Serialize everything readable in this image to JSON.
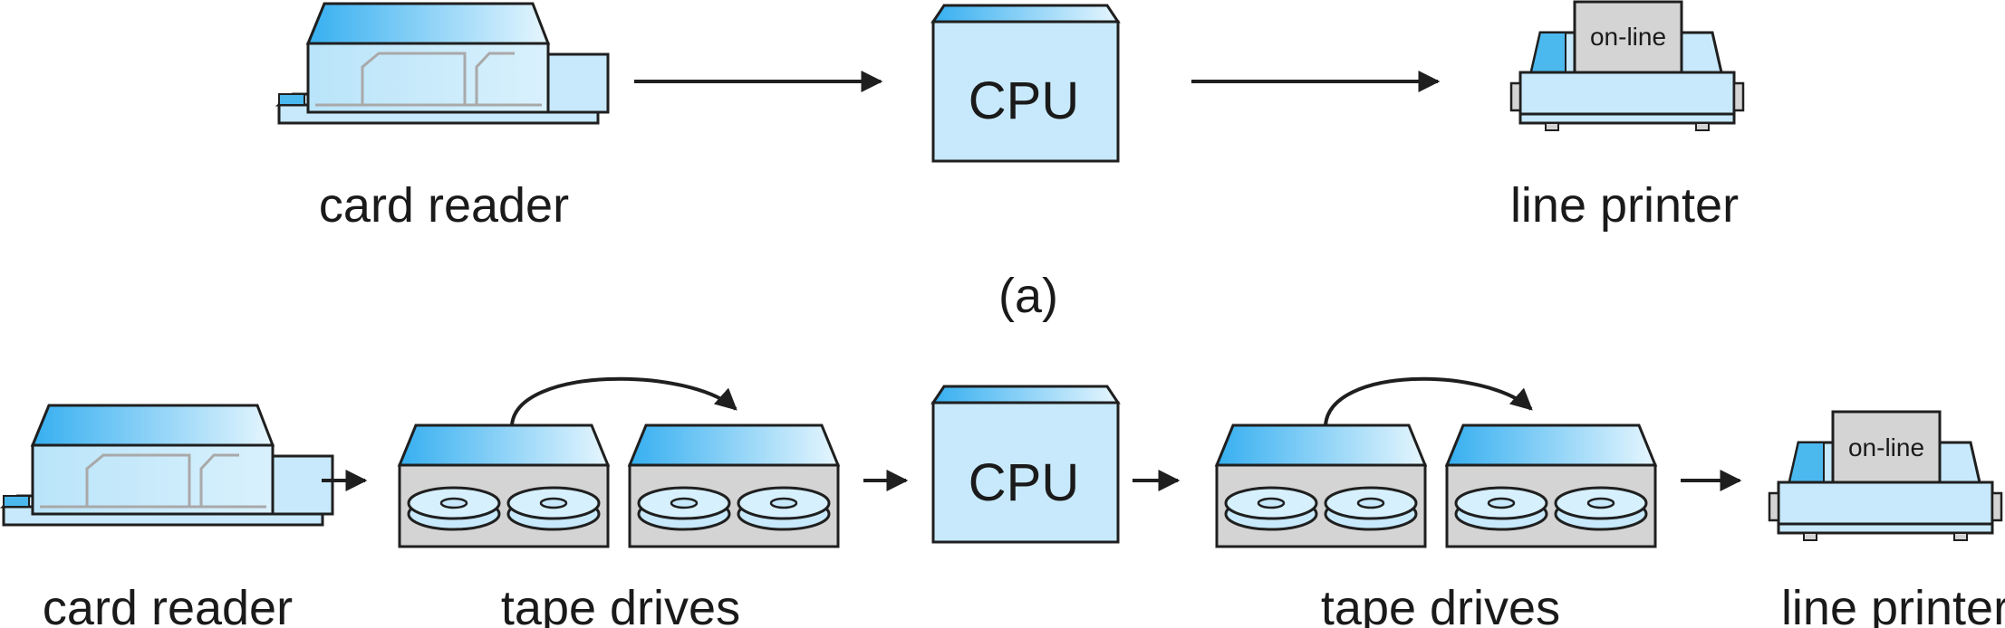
{
  "labels": {
    "card_reader_a": "card reader",
    "cpu_a": "CPU",
    "line_printer_a": "line printer",
    "online_a": "on-line",
    "caption_a": "(a)",
    "card_reader_b": "card reader",
    "tape_drives_1": "tape drives",
    "cpu_b": "CPU",
    "tape_drives_2": "tape drives",
    "line_printer_b": "line printer",
    "online_b": "on-line"
  },
  "colors": {
    "device_fill": "#c7e9fb",
    "device_top": "#4bb8ee",
    "gray_fill": "#d4d4d4",
    "stroke": "#1f1f1f",
    "detail": "#a9a9a9"
  }
}
